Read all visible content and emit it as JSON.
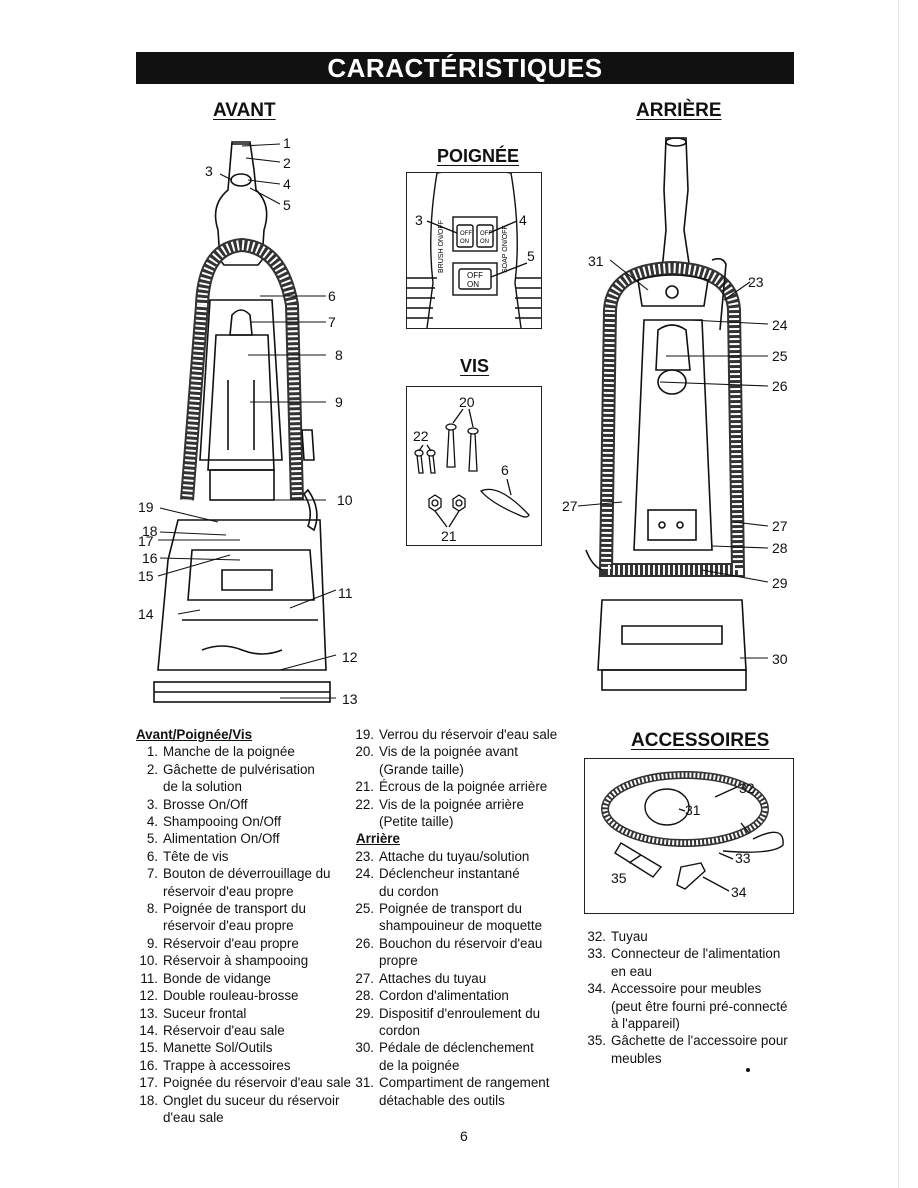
{
  "header": {
    "title": "CARACTÉRISTIQUES"
  },
  "sections": {
    "avant": "AVANT",
    "arriere": "ARRIÈRE",
    "poignee": "POIGNÉE",
    "vis": "VIS",
    "accessoires": "ACCESSOIRES"
  },
  "handle_panel": {
    "brush_label": "BRUSH ON/OFF",
    "soap_label": "SOAP ON/OFF",
    "off_label": "OFF",
    "on_label": "ON"
  },
  "callouts": {
    "front": [
      "1",
      "2",
      "3",
      "4",
      "5",
      "6",
      "7",
      "8",
      "9",
      "10",
      "11",
      "12",
      "13",
      "14",
      "15",
      "16",
      "17",
      "18",
      "19"
    ],
    "handle": [
      "3",
      "4",
      "5"
    ],
    "screws": [
      "20",
      "22",
      "6",
      "21"
    ],
    "back": [
      "31",
      "23",
      "24",
      "25",
      "26",
      "27",
      "27",
      "28",
      "29",
      "30"
    ],
    "accessories": [
      "32",
      "31",
      "33",
      "35",
      "34"
    ]
  },
  "list_left": {
    "heading": "Avant/Poignée/Vis",
    "items": [
      {
        "n": "1.",
        "t": "Manche de la poignée"
      },
      {
        "n": "2.",
        "t": "Gâchette de pulvérisation"
      },
      {
        "n": "",
        "t": "de la solution"
      },
      {
        "n": "3.",
        "t": "Brosse On/Off"
      },
      {
        "n": "4.",
        "t": "Shampooing On/Off"
      },
      {
        "n": "5.",
        "t": "Alimentation On/Off"
      },
      {
        "n": "6.",
        "t": "Tête de vis"
      },
      {
        "n": "7.",
        "t": "Bouton de déverrouillage du"
      },
      {
        "n": "",
        "t": "réservoir d'eau propre"
      },
      {
        "n": "8.",
        "t": "Poignée de transport du"
      },
      {
        "n": "",
        "t": "réservoir d'eau propre"
      },
      {
        "n": "9.",
        "t": "Réservoir d'eau propre"
      },
      {
        "n": "10.",
        "t": "Réservoir à shampooing"
      },
      {
        "n": "11.",
        "t": "Bonde de vidange"
      },
      {
        "n": "12.",
        "t": "Double rouleau-brosse"
      },
      {
        "n": "13.",
        "t": "Suceur frontal"
      },
      {
        "n": "14.",
        "t": "Réservoir d'eau sale"
      },
      {
        "n": "15.",
        "t": "Manette Sol/Outils"
      },
      {
        "n": "16.",
        "t": "Trappe à accessoires"
      },
      {
        "n": "17.",
        "t": "Poignée du réservoir d'eau sale"
      },
      {
        "n": "18.",
        "t": "Onglet du suceur du réservoir"
      },
      {
        "n": "",
        "t": "d'eau sale"
      }
    ]
  },
  "list_mid": {
    "items_a": [
      {
        "n": "19.",
        "t": "Verrou du réservoir d'eau sale"
      },
      {
        "n": "20.",
        "t": "Vis de la poignée avant"
      },
      {
        "n": "",
        "t": "(Grande taille)"
      },
      {
        "n": "21.",
        "t": "Écrous de la poignée arrière"
      },
      {
        "n": "22.",
        "t": "Vis de la poignée arrière"
      },
      {
        "n": "",
        "t": "(Petite taille)"
      }
    ],
    "heading": "Arrière",
    "items_b": [
      {
        "n": "23.",
        "t": "Attache du tuyau/solution"
      },
      {
        "n": "24.",
        "t": "Déclencheur instantané"
      },
      {
        "n": "",
        "t": "du cordon"
      },
      {
        "n": "25.",
        "t": "Poignée de transport du"
      },
      {
        "n": "",
        "t": "shampouineur de moquette"
      },
      {
        "n": "26.",
        "t": "Bouchon du réservoir d'eau"
      },
      {
        "n": "",
        "t": "propre"
      },
      {
        "n": "27.",
        "t": "Attaches du tuyau"
      },
      {
        "n": "28.",
        "t": "Cordon d'alimentation"
      },
      {
        "n": "29.",
        "t": "Dispositif d'enroulement du"
      },
      {
        "n": "",
        "t": "cordon"
      },
      {
        "n": "30.",
        "t": "Pédale de déclenchement"
      },
      {
        "n": "",
        "t": "de la poignée"
      },
      {
        "n": "31.",
        "t": "Compartiment de rangement"
      },
      {
        "n": "",
        "t": "détachable des outils"
      }
    ]
  },
  "list_right": {
    "items": [
      {
        "n": "32.",
        "t": "Tuyau"
      },
      {
        "n": "33.",
        "t": "Connecteur de l'alimentation"
      },
      {
        "n": "",
        "t": "en eau"
      },
      {
        "n": "34.",
        "t": "Accessoire pour meubles"
      },
      {
        "n": "",
        "t": "(peut être fourni pré-connecté"
      },
      {
        "n": "",
        "t": "à l'appareil)"
      },
      {
        "n": "35.",
        "t": "Gâchette de l'accessoire pour"
      },
      {
        "n": "",
        "t": "meubles"
      }
    ]
  },
  "footer": {
    "page_number": "6"
  }
}
